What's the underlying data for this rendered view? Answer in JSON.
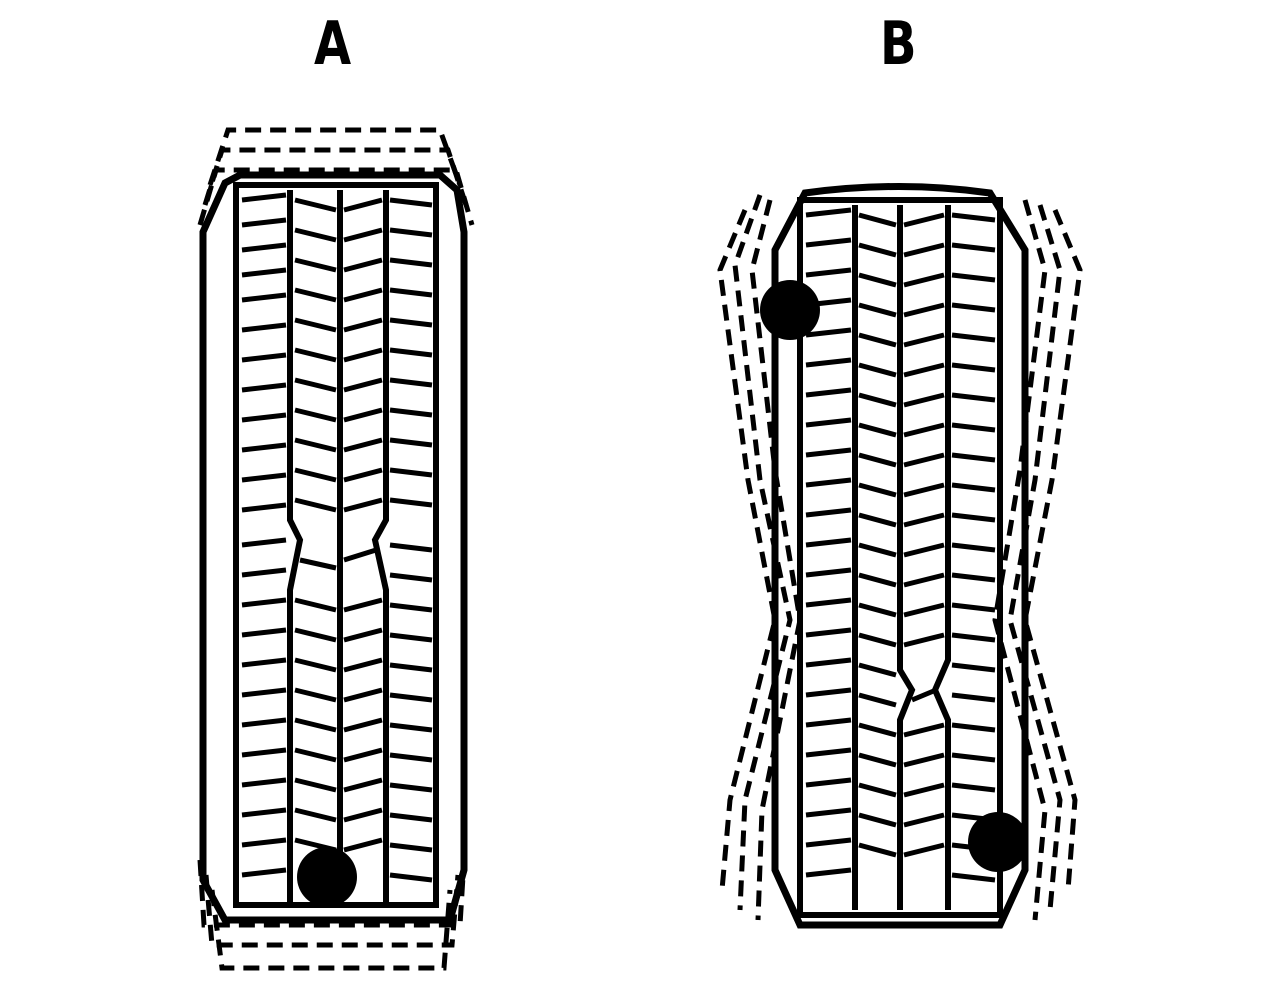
{
  "figure": {
    "tires": [
      {
        "label": "A",
        "balance_weights": 1
      },
      {
        "label": "B",
        "balance_weights": 2
      }
    ]
  },
  "colors": {
    "ink": "#000000",
    "background": "#ffffff"
  }
}
